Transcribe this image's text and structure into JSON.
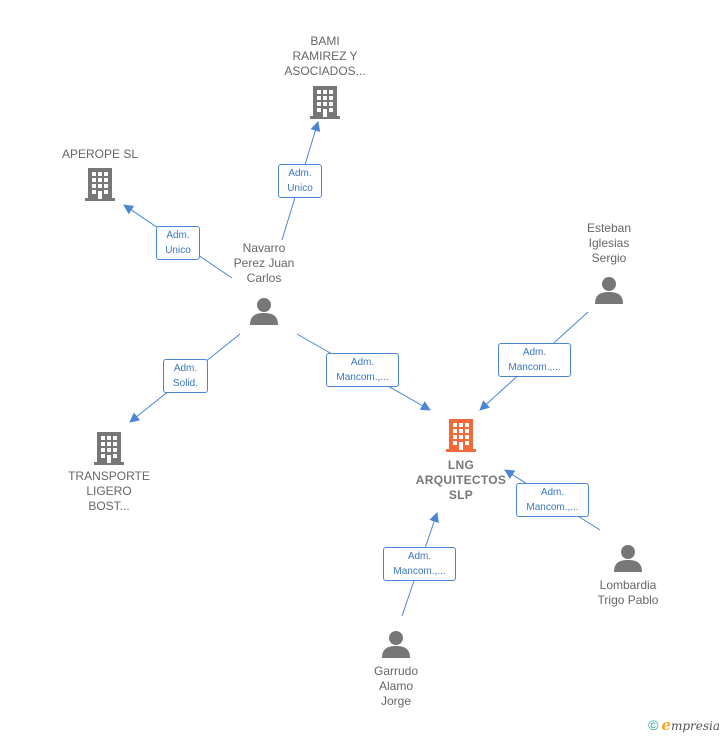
{
  "colors": {
    "edge": "#4a86d4",
    "company_icon": "#777777",
    "main_icon": "#f26a3a",
    "person_icon": "#777777"
  },
  "nodes": {
    "bami": {
      "label": "BAMI\nRAMIREZ Y\nASOCIADOS...",
      "icon": "building-icon"
    },
    "aperope": {
      "label": "APEROPE  SL",
      "icon": "building-icon"
    },
    "navarro": {
      "label": "Navarro\nPerez Juan\nCarlos",
      "icon": "person-icon"
    },
    "esteban": {
      "label": "Esteban\nIglesias\nSergio",
      "icon": "person-icon"
    },
    "lng": {
      "label": "LNG\nARQUITECTOS\nSLP",
      "icon": "building-icon"
    },
    "transporte": {
      "label": "TRANSPORTE\nLIGERO\nBOST...",
      "icon": "building-icon"
    },
    "lombardia": {
      "label": "Lombardia\nTrigo Pablo",
      "icon": "person-icon"
    },
    "garrudo": {
      "label": "Garrudo\nAlamo\nJorge",
      "icon": "person-icon"
    }
  },
  "edges": {
    "navarro_bami": "Adm.\nUnico",
    "navarro_aperope": "Adm.\nUnico",
    "navarro_transporte": "Adm.\nSolid.",
    "navarro_lng": "Adm.\nMancom.,...",
    "esteban_lng": "Adm.\nMancom.,...",
    "lombardia_lng": "Adm.\nMancom.,...",
    "garrudo_lng": "Adm.\nMancom.,..."
  },
  "footer": {
    "copyright": "©",
    "brand_initial": "e",
    "brand_rest": "mpresia"
  }
}
